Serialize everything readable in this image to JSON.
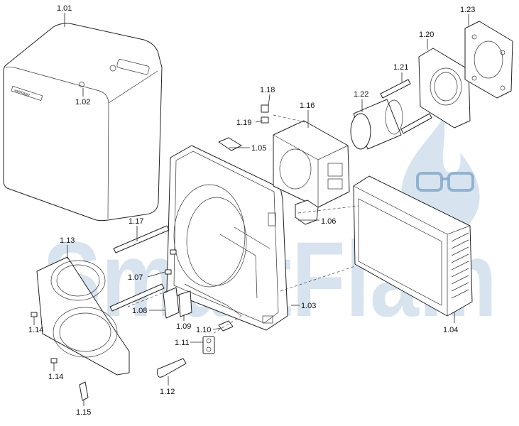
{
  "watermark": {
    "text": "SmartFlam",
    "color": "#b7cde2"
  },
  "brand_plate": {
    "text": "weishaupt"
  },
  "labels": {
    "l101": "1.01",
    "l102": "1.02",
    "l103": "1.03",
    "l104": "1.04",
    "l105": "1.05",
    "l106": "1.06",
    "l107": "1.07",
    "l108": "1.08",
    "l109": "1.09",
    "l110": "1.10",
    "l111": "1.11",
    "l112": "1.12",
    "l113": "1.13",
    "l114a": "1.14",
    "l114b": "1.14",
    "l115": "1.15",
    "l116": "1.16",
    "l117": "1.17",
    "l118": "1.18",
    "l119": "1.19",
    "l120": "1.20",
    "l121": "1.21",
    "l122": "1.22",
    "l123": "1.23"
  },
  "icons": {
    "watermark_logo": "flame-with-glasses-icon"
  }
}
